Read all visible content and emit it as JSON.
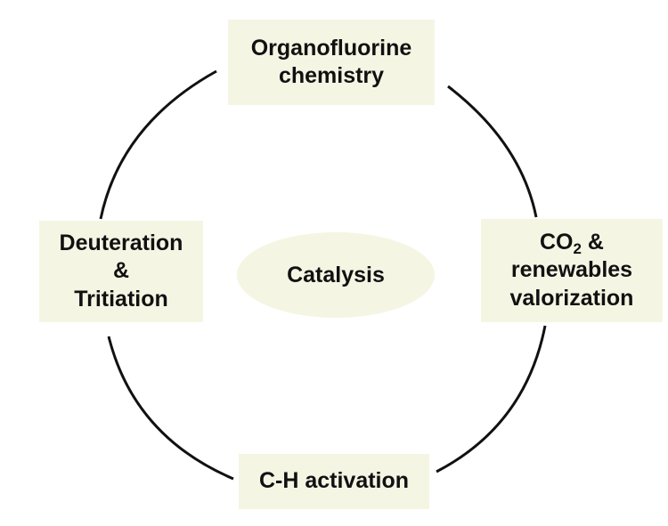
{
  "diagram": {
    "center": {
      "label": "Catalysis"
    },
    "nodes": {
      "top": {
        "line1": "Organofluorine",
        "line2": "chemistry"
      },
      "right": {
        "co": "CO",
        "sub": "2",
        "amp": " &",
        "line2": "renewables",
        "line3": "valorization"
      },
      "bottom": {
        "line1": "C-H activation"
      },
      "left": {
        "line1": "Deuteration",
        "line2": "&",
        "line3": "Tritiation"
      }
    },
    "colors": {
      "box_fill": "#f5f5e4",
      "line": "#111111",
      "text": "#111111"
    }
  }
}
